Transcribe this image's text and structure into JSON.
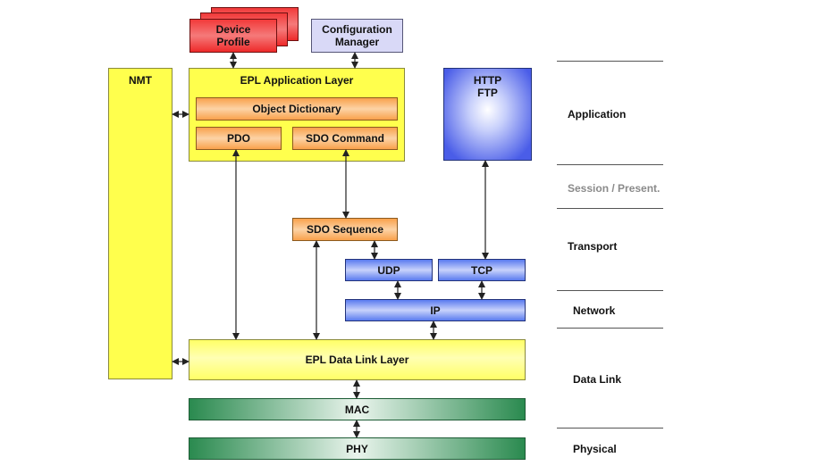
{
  "stack": {
    "device_profile": "Device\nProfile",
    "config_manager": "Configuration\nManager",
    "nmt": "NMT",
    "app_layer": "EPL Application Layer",
    "object_dictionary": "Object Dictionary",
    "pdo": "PDO",
    "sdo_command": "SDO Command",
    "http_ftp": "HTTP\nFTP",
    "sdo_sequence": "SDO Sequence",
    "udp": "UDP",
    "tcp": "TCP",
    "ip": "IP",
    "data_link": "EPL Data Link Layer",
    "mac": "MAC",
    "phy": "PHY"
  },
  "osi_layers": [
    {
      "name": "Application",
      "muted": false
    },
    {
      "name": "Session / Present.",
      "muted": true
    },
    {
      "name": "Transport",
      "muted": false
    },
    {
      "name": "Network",
      "muted": false
    },
    {
      "name": "Data Link",
      "muted": false
    },
    {
      "name": "Physical",
      "muted": false
    }
  ],
  "colors": {
    "yellow": "#ffff4d",
    "orange": "#f9a14b",
    "red": "#f23a3a",
    "blue": "#4a5de8",
    "green": "#2a8a4f",
    "lavender": "#d9d9f7"
  }
}
